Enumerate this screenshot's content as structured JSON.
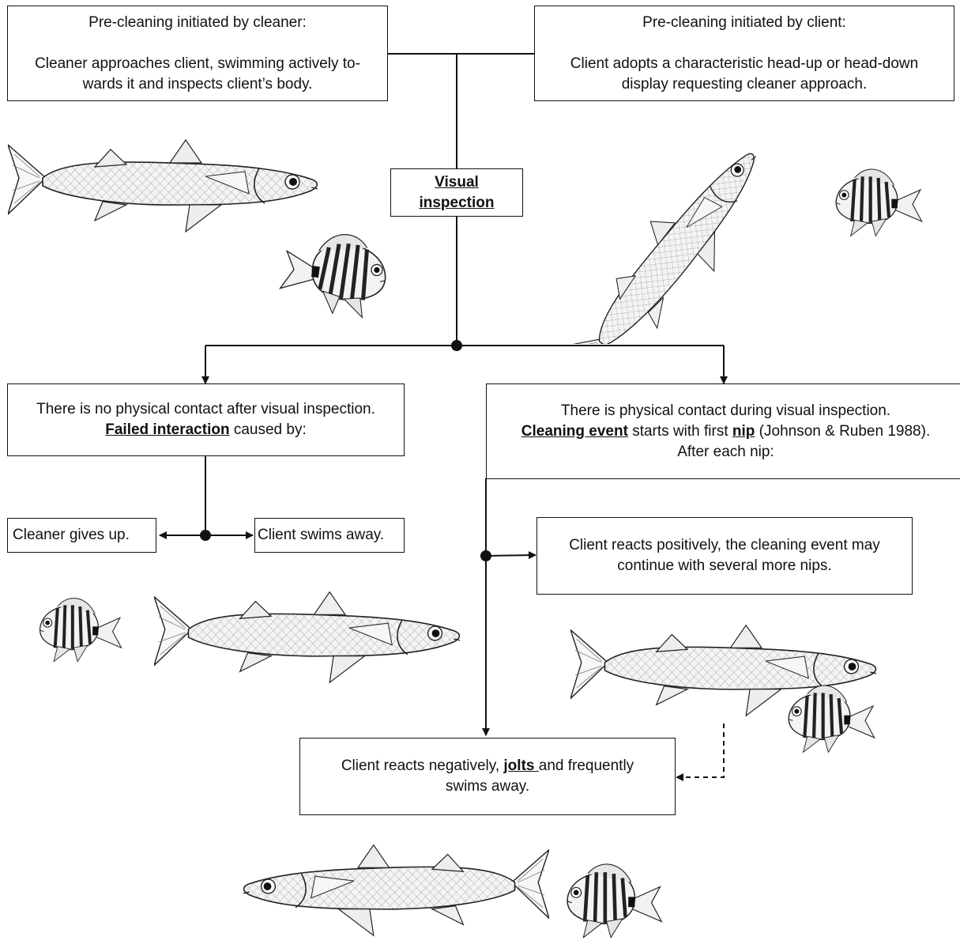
{
  "boxes": {
    "cleaner_init": {
      "title": "Pre-cleaning initiated by cleaner:",
      "line1": "Cleaner approaches client, swimming actively to-",
      "line2": "wards it and inspects client’s body."
    },
    "client_init": {
      "title": "Pre-cleaning initiated by client:",
      "line1": "Client adopts a characteristic head-up or head-down",
      "line2": "display requesting cleaner approach."
    },
    "visual": {
      "line1": "Visual",
      "line2": "inspection"
    },
    "no_contact": {
      "line1": "There is no physical contact after visual inspection.",
      "bold": "Failed interaction",
      "rest": " caused by:"
    },
    "contact": {
      "line1": "There is physical contact during visual inspection.",
      "bold1": "Cleaning event",
      "mid": " starts with first ",
      "bold2": "nip",
      "rest": " (Johnson & Ruben 1988).",
      "line3": "After each nip:"
    },
    "gives_up": {
      "text": "Cleaner gives up."
    },
    "swims_away": {
      "text": "Client swims away."
    },
    "positive": {
      "line1": "Client reacts positively, the cleaning event may",
      "line2": "continue with several more nips."
    },
    "negative": {
      "pre": "Client reacts negatively, ",
      "bold": "jolts ",
      "post": "and frequently",
      "line2": "swims away."
    }
  },
  "illustrations": [
    "mullet-fish",
    "damselfish-cleaner"
  ]
}
